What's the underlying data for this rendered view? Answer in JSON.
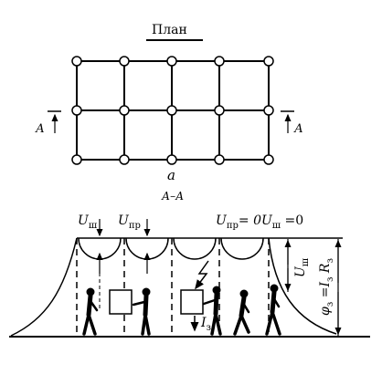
{
  "plan_title": "План",
  "section_a_label": "а",
  "section_title": "А–А",
  "cut_marker_left": "А",
  "cut_marker_right": "А",
  "u_sh_left": {
    "main": "U",
    "sub": "ш"
  },
  "u_pr_left": {
    "main": "U",
    "sub": "пр"
  },
  "equality_formula": {
    "a": "U",
    "a_sub": "пр",
    "mid": "= 0U",
    "b_sub": "ш",
    "end": " =0"
  },
  "i_z_label": {
    "main": "I",
    "sub": "з"
  },
  "u_sh_right": {
    "main": "U",
    "sub": "ш"
  },
  "phi_formula": {
    "phi": "φ",
    "phi_sub": "з",
    "eq": " =I",
    "i_sub": "з",
    "r": " R",
    "r_sub": "з"
  },
  "colors": {
    "ink": "#000000",
    "background": "#ffffff"
  }
}
